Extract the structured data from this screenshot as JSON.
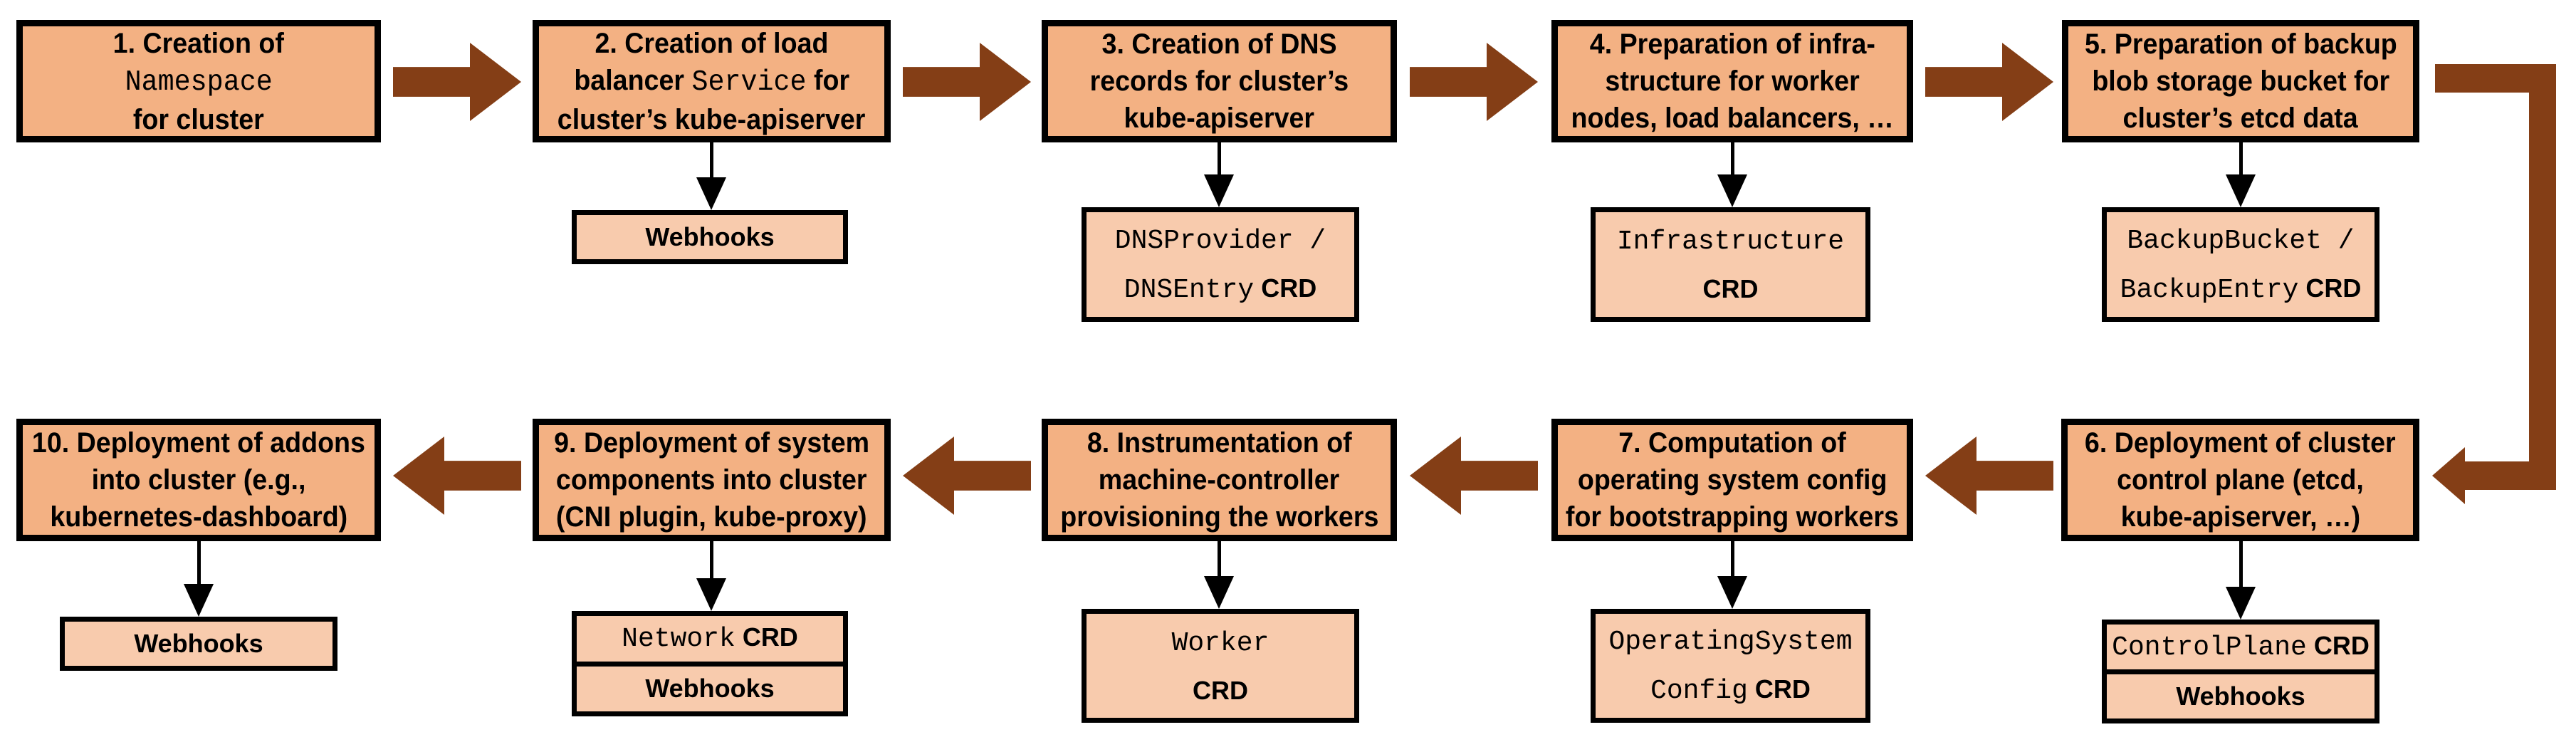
{
  "colors": {
    "step_fill": "#F3B183",
    "sub_fill": "#F8CBAD",
    "flow_arrow": "#843E16",
    "outline": "#000000",
    "background": "#FFFFFF"
  },
  "steps": [
    {
      "label_lines": [
        [
          {
            "text": "1. Creation of"
          }
        ],
        [
          {
            "text": "Namespace",
            "mono": true
          }
        ],
        [
          {
            "text": "for cluster"
          }
        ]
      ]
    },
    {
      "label_lines": [
        [
          {
            "text": "2. Creation of load"
          }
        ],
        [
          {
            "text": "balancer "
          },
          {
            "text": "Service",
            "mono": true
          },
          {
            "text": " for"
          }
        ],
        [
          {
            "text": "cluster’s kube-apiserver"
          }
        ]
      ]
    },
    {
      "label_lines": [
        [
          {
            "text": "3. Creation of DNS"
          }
        ],
        [
          {
            "text": "records for cluster’s"
          }
        ],
        [
          {
            "text": "kube-apiserver"
          }
        ]
      ]
    },
    {
      "label_lines": [
        [
          {
            "text": "4. Preparation of infra-"
          }
        ],
        [
          {
            "text": "structure for worker"
          }
        ],
        [
          {
            "text": "nodes, load balancers, …"
          }
        ]
      ]
    },
    {
      "label_lines": [
        [
          {
            "text": "5. Preparation of backup"
          }
        ],
        [
          {
            "text": "blob storage bucket for"
          }
        ],
        [
          {
            "text": "cluster’s etcd data"
          }
        ]
      ]
    },
    {
      "label_lines": [
        [
          {
            "text": "6. Deployment of cluster"
          }
        ],
        [
          {
            "text": "control plane (etcd,"
          }
        ],
        [
          {
            "text": "kube-apiserver, …)"
          }
        ]
      ]
    },
    {
      "label_lines": [
        [
          {
            "text": "7. Computation of"
          }
        ],
        [
          {
            "text": "operating system config"
          }
        ],
        [
          {
            "text": "for bootstrapping workers"
          }
        ]
      ]
    },
    {
      "label_lines": [
        [
          {
            "text": "8. Instrumentation of"
          }
        ],
        [
          {
            "text": "machine-controller"
          }
        ],
        [
          {
            "text": "provisioning the workers"
          }
        ]
      ]
    },
    {
      "label_lines": [
        [
          {
            "text": "9. Deployment of system"
          }
        ],
        [
          {
            "text": "components into cluster"
          }
        ],
        [
          {
            "text": "(CNI plugin, kube-proxy)"
          }
        ]
      ]
    },
    {
      "label_lines": [
        [
          {
            "text": "10. Deployment of addons"
          }
        ],
        [
          {
            "text": "into cluster (e.g.,"
          }
        ],
        [
          {
            "text": "kubernetes-dashboard)"
          }
        ]
      ]
    }
  ],
  "subboxes": {
    "webhooks_step2": [
      [
        {
          "text": "Webhooks"
        }
      ]
    ],
    "dns_crd": [
      [
        {
          "text": "DNSProvider /",
          "mono": true
        }
      ],
      [
        {
          "text": "DNSEntry",
          "mono": true
        },
        {
          "text": " CRD"
        }
      ]
    ],
    "infrastructure_crd": [
      [
        {
          "text": "Infrastructure",
          "mono": true
        }
      ],
      [
        {
          "text": "CRD"
        }
      ]
    ],
    "backup_crd": [
      [
        {
          "text": "BackupBucket /",
          "mono": true
        }
      ],
      [
        {
          "text": "BackupEntry",
          "mono": true
        },
        {
          "text": " CRD"
        }
      ]
    ],
    "controlplane_crd": [
      [
        {
          "text": "ControlPlane",
          "mono": true
        },
        {
          "text": " CRD"
        }
      ]
    ],
    "webhooks_step6": [
      [
        {
          "text": "Webhooks"
        }
      ]
    ],
    "operatingsystemconfig_crd": [
      [
        {
          "text": "OperatingSystem",
          "mono": true
        }
      ],
      [
        {
          "text": "Config",
          "mono": true
        },
        {
          "text": " CRD"
        }
      ]
    ],
    "worker_crd": [
      [
        {
          "text": "Worker",
          "mono": true
        }
      ],
      [
        {
          "text": "CRD"
        }
      ]
    ],
    "network_crd": [
      [
        {
          "text": "Network",
          "mono": true
        },
        {
          "text": " CRD"
        }
      ]
    ],
    "webhooks_step9": [
      [
        {
          "text": "Webhooks"
        }
      ]
    ],
    "webhooks_step10": [
      [
        {
          "text": "Webhooks"
        }
      ]
    ]
  }
}
